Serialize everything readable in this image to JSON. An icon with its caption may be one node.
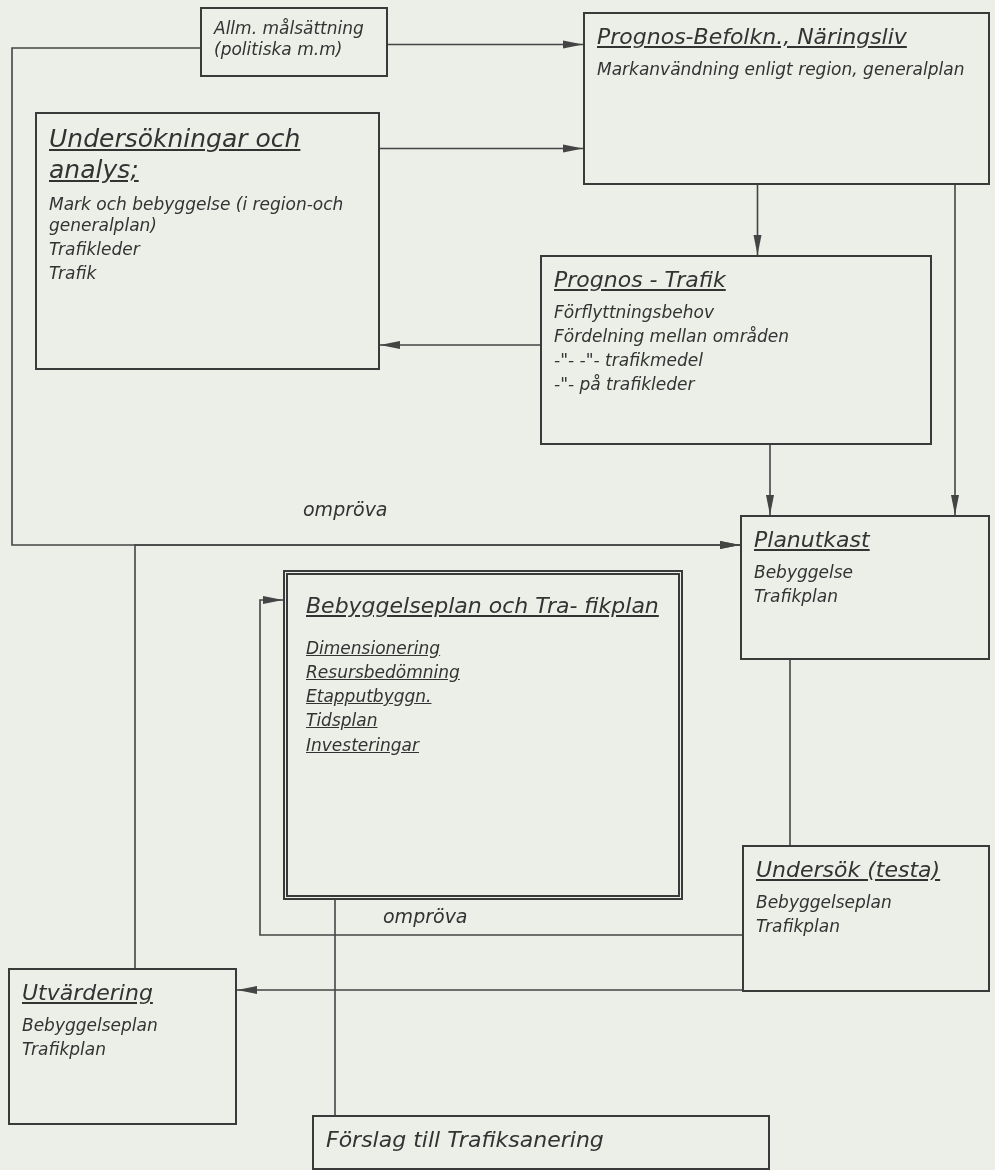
{
  "diagram": {
    "nodes": [
      {
        "text": [
          "Allm. målsättning (politiska m.m)"
        ]
      },
      {
        "text": [
          "Undersökningar och analys;",
          "Mark och bebyggelse (i region-och generalplan)",
          "Trafikleder",
          "Trafik"
        ]
      },
      {
        "text": [
          "Prognos-Befolkn., Näringsliv",
          "Markanvändning enligt region, generalplan"
        ]
      },
      {
        "text": [
          "Prognos - Trafik",
          "Förflyttningsbehov",
          "Fördelning mellan områden",
          "-\"- -\"- trafikmedel",
          "-\"- på trafikleder"
        ]
      },
      {
        "text": [
          "Planutkast",
          "Bebyggelse",
          "Trafikplan"
        ]
      },
      {
        "text": [
          "Bebyggelseplan och Tra- fikplan",
          "Dimensionering",
          "Resursbedömning",
          "Etapputbyggn.",
          "Tidsplan",
          "Investeringar"
        ]
      },
      {
        "text": [
          "Undersök (testa)",
          "Bebyggelseplan",
          "Trafikplan"
        ]
      },
      {
        "text": [
          "Utvärdering",
          "Bebyggelseplan",
          "Trafikplan"
        ]
      },
      {
        "text": [
          "Förslag till Trafiksanering"
        ]
      }
    ],
    "edges": [
      {
        "from": 0,
        "to": 2,
        "arrow": "to"
      },
      {
        "from": 1,
        "to": 2,
        "arrow": "to"
      },
      {
        "from": 2,
        "to": 3,
        "arrow": "to"
      },
      {
        "from": 3,
        "to": 1,
        "arrow": "to"
      },
      {
        "from": 3,
        "to": 4,
        "arrow": "to"
      },
      {
        "from": 2,
        "to": 4,
        "arrow": "to"
      },
      {
        "from": 0,
        "to": 4,
        "arrow": "to",
        "label": "ompröva"
      },
      {
        "from": 7,
        "to": 4,
        "arrow": "to"
      },
      {
        "from": 4,
        "to": 6,
        "arrow": "none"
      },
      {
        "from": 6,
        "to": 5,
        "arrow": "to",
        "label": "ompröva"
      },
      {
        "from": 6,
        "to": 7,
        "arrow": "to"
      },
      {
        "from": 5,
        "to": 8,
        "arrow": "none"
      }
    ]
  }
}
